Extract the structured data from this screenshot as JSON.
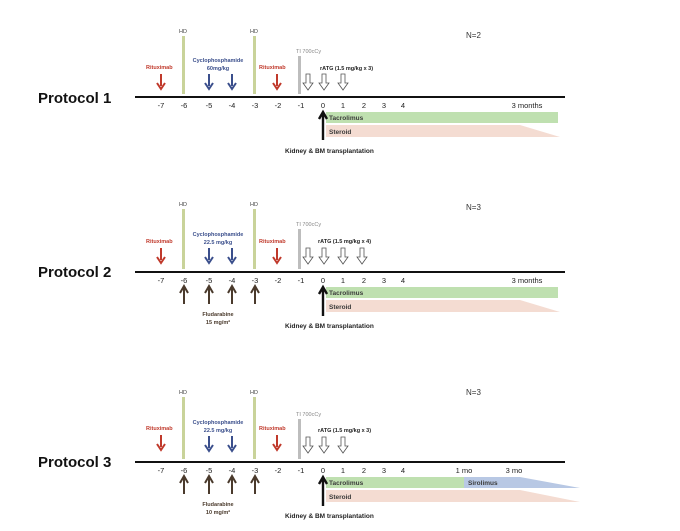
{
  "protocols": [
    {
      "label": "Protocol 1",
      "n": "N=2",
      "hd": [
        "HD",
        "HD"
      ],
      "rituximab": [
        "Rituximab",
        "Rituximab"
      ],
      "cyclophosphamide": [
        "Cyclophosphamide",
        "60mg/kg"
      ],
      "ti": "TI 700cCy",
      "ratg": "rATG (1.5 mg/kg x 3)",
      "ticks": [
        "-7",
        "-6",
        "-5",
        "-4",
        "-3",
        "-2",
        "-1",
        "0",
        "1",
        "2",
        "3",
        "4"
      ],
      "end_labels": [
        "3 months"
      ],
      "bars": [
        "Tacrolimus",
        "Steroid"
      ],
      "caption": "Kidney & BM transplantation"
    },
    {
      "label": "Protocol 2",
      "n": "N=3",
      "hd": [
        "HD",
        "HD"
      ],
      "rituximab": [
        "Rituximab",
        "Rituximab"
      ],
      "cyclophosphamide": [
        "Cyclophosphamide",
        "22.5 mg/kg"
      ],
      "ti": "TI 700cCy",
      "ratg": "rATG (1.5 mg/kg x 4)",
      "ticks": [
        "-7",
        "-6",
        "-5",
        "-4",
        "-3",
        "-2",
        "-1",
        "0",
        "1",
        "2",
        "3",
        "4"
      ],
      "end_labels": [
        "3 months"
      ],
      "bars": [
        "Tacrolimus",
        "Steroid"
      ],
      "fludarabine": [
        "Fludarabine",
        "15 mg/m²"
      ],
      "caption": "Kidney & BM transplantation"
    },
    {
      "label": "Protocol 3",
      "n": "N=3",
      "hd": [
        "HD",
        "HD"
      ],
      "rituximab": [
        "Rituximab",
        "Rituximab"
      ],
      "cyclophosphamide": [
        "Cyclophosphamide",
        "22.5 mg/kg"
      ],
      "ti": "TI 700cCy",
      "ratg": "rATG (1.5 mg/kg x 3)",
      "ticks": [
        "-7",
        "-6",
        "-5",
        "-4",
        "-3",
        "-2",
        "-1",
        "0",
        "1",
        "2",
        "3",
        "4"
      ],
      "end_labels": [
        "1 mo",
        "3 mo"
      ],
      "bars": [
        "Tacrolimus",
        "Sirolimus",
        "Steroid"
      ],
      "fludarabine": [
        "Fludarabine",
        "10 mg/m²"
      ],
      "caption": "Kidney & BM transplantation"
    }
  ],
  "colors": {
    "rituximab": "#c0392b",
    "cyclophosphamide_arrow": "#3b4f8c",
    "fludarabine_arrow": "#4a3a2c",
    "hd_bar": "#c9d39a",
    "ti_bar": "#bdbdbd",
    "tacrolimus": "#bfe0b0",
    "sirolimus": "#b8c8e4",
    "steroid": "#f4dcd2",
    "kidney_arrow": "#111111"
  }
}
